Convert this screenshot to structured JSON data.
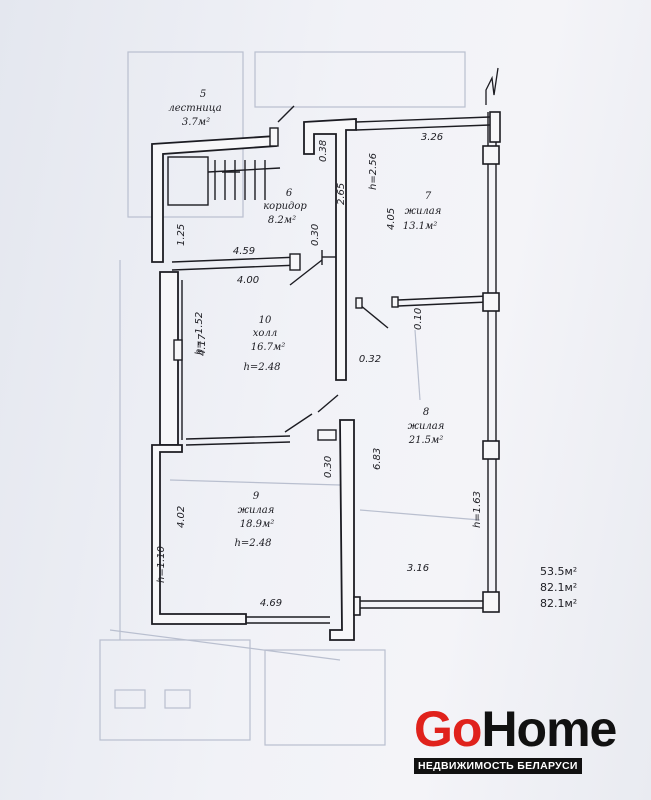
{
  "rooms": [
    {
      "id": "5",
      "number": "5",
      "name": "лестница",
      "area": "3.7м²"
    },
    {
      "id": "6",
      "number": "6",
      "name": "коридор",
      "area": "8.2м²"
    },
    {
      "id": "7",
      "number": "7",
      "name": "жилая",
      "area": "13.1м²"
    },
    {
      "id": "10",
      "number": "10",
      "name": "холл",
      "area": "16.7м²",
      "height": "h=2.48"
    },
    {
      "id": "8",
      "number": "8",
      "name": "жилая",
      "area": "21.5м²"
    },
    {
      "id": "9",
      "number": "9",
      "name": "жилая",
      "area": "18.9м²",
      "height": "h=2.48"
    }
  ],
  "dimensions": {
    "d1": "3.26",
    "d2": "h=2.56",
    "d3": "0.38",
    "d4": "2.65",
    "d5": "4.05",
    "d6": "1.25",
    "d7": "4.59",
    "d8": "0.30",
    "d9": "4.00",
    "d10": "0.10",
    "d11": "1.52",
    "d12": "h=1.52",
    "d13": "4.17",
    "d14": "0.32",
    "d15": "0.30",
    "d16": "6.83",
    "d17": "4.02",
    "d18": "h=1.10",
    "d19": "h=1.63",
    "d20": "3.16",
    "d21": "4.69"
  },
  "totals": [
    "53.5м²",
    "82.1м²",
    "82.1м²"
  ],
  "brand": {
    "go": "Go",
    "home": "Home",
    "tagline": "НЕДВИЖИМОСТЬ БЕЛАРУСИ"
  },
  "colors": {
    "ink": "#1c1c22",
    "faint": "#b9bfcf",
    "brand_red": "#e0221c"
  }
}
